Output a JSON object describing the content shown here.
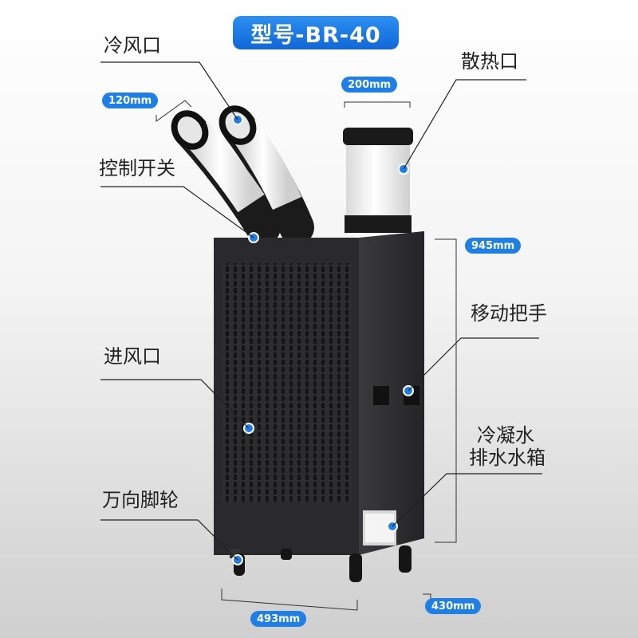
{
  "model_badge": "型号-BR-40",
  "callouts": {
    "cold_air_outlet": "冷风口",
    "heat_outlet": "散热口",
    "control_switch": "控制开关",
    "move_handle": "移动把手",
    "air_inlet": "进风口",
    "drain_tank_line1": "冷凝水",
    "drain_tank_line2": "排水水箱",
    "caster_wheels": "万向脚轮"
  },
  "dimensions": {
    "duct_diameter": "120mm",
    "exhaust_diameter": "200mm",
    "height": "945mm",
    "width": "493mm",
    "depth": "430mm"
  },
  "colors": {
    "accent": "#1e7fe6",
    "body": "#2a2a2c",
    "duct": "#f2f2f2"
  }
}
